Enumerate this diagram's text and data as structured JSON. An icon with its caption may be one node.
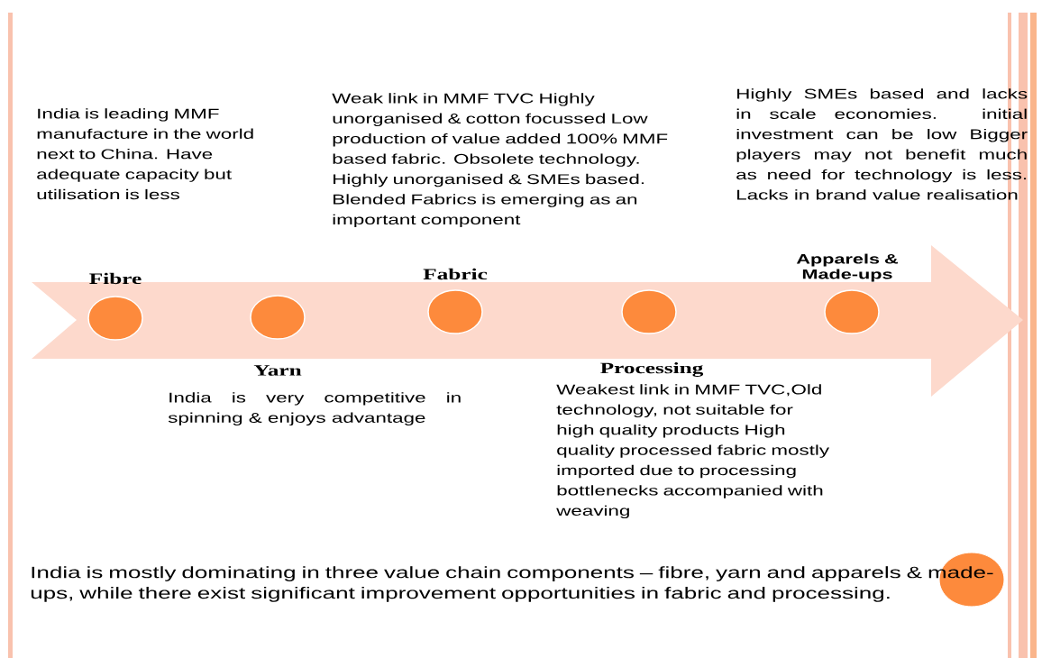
{
  "diagram": {
    "nodes": [
      {
        "text": [],
        "shape": "arrow"
      },
      {
        "text": [
          "Fibre"
        ],
        "in": 0
      },
      {
        "text": [
          "Yarn"
        ],
        "in": 0,
        "beside": [
          "India is very competitive in spinning & enjoys advantage"
        ]
      },
      {
        "text": [
          "Fabric"
        ],
        "in": 0
      },
      {
        "text": [
          "Processing"
        ],
        "in": 0,
        "beside": [
          "Weakest link in MMF TVC,Old technology, not suitable for high quality products High quality processed fabric mostly imported due to processing bottlenecks accompanied with weaving"
        ]
      },
      {
        "text": [
          "Apparels & Made-ups"
        ],
        "in": 0
      },
      {
        "text": [],
        "shape": "circle"
      }
    ],
    "labels": [
      "India is leading MMF manufacture in the world next to China. Have adequate capacity but utilisation is less",
      "Weak link in MMF TVC Highly unorganised & cotton focussed Low production of value added 100% MMF based fabric. Obsolete technology. Highly unorganised & SMEs based. Blended Fabrics is emerging as an important component",
      "Highly SMEs based and lacks in scale economies. initial investment can be low Bigger players may not benefit much as need for technology is less. Lacks in brand value realisation",
      "India is mostly dominating in three value chain components – fibre, yarn and apparels & made-ups, while there exist significant improvement opportunities in fabric and processing."
    ]
  }
}
